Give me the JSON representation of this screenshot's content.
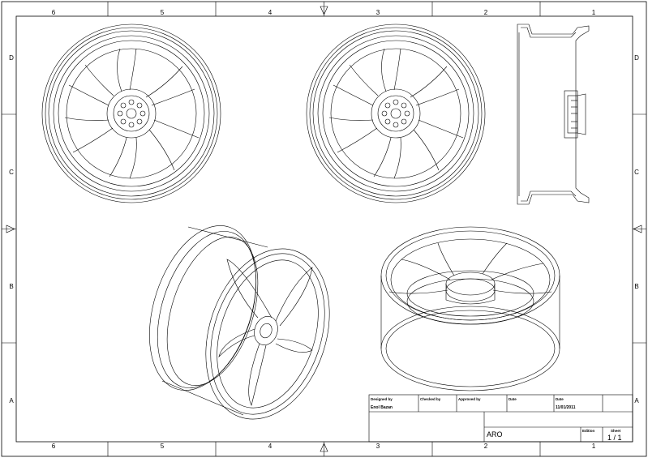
{
  "zones": {
    "columns": [
      "6",
      "5",
      "4",
      "3",
      "2",
      "1"
    ],
    "rows": [
      "D",
      "C",
      "B",
      "A"
    ]
  },
  "title_block": {
    "designed_by_label": "Designed by",
    "designed_by_value": "Enol Bazan",
    "checked_by_label": "Checked by",
    "approved_by_label": "Approved by",
    "date_label_1": "Date",
    "date_label_2": "Date",
    "date_value": "11/01/2011",
    "title": "ARO",
    "edition_label": "Edition",
    "sheet_label": "Sheet",
    "sheet_value": "1 / 1"
  },
  "views": [
    {
      "name": "front-view-left"
    },
    {
      "name": "front-view-right"
    },
    {
      "name": "side-section-view"
    },
    {
      "name": "isometric-view-left"
    },
    {
      "name": "isometric-view-right"
    }
  ]
}
